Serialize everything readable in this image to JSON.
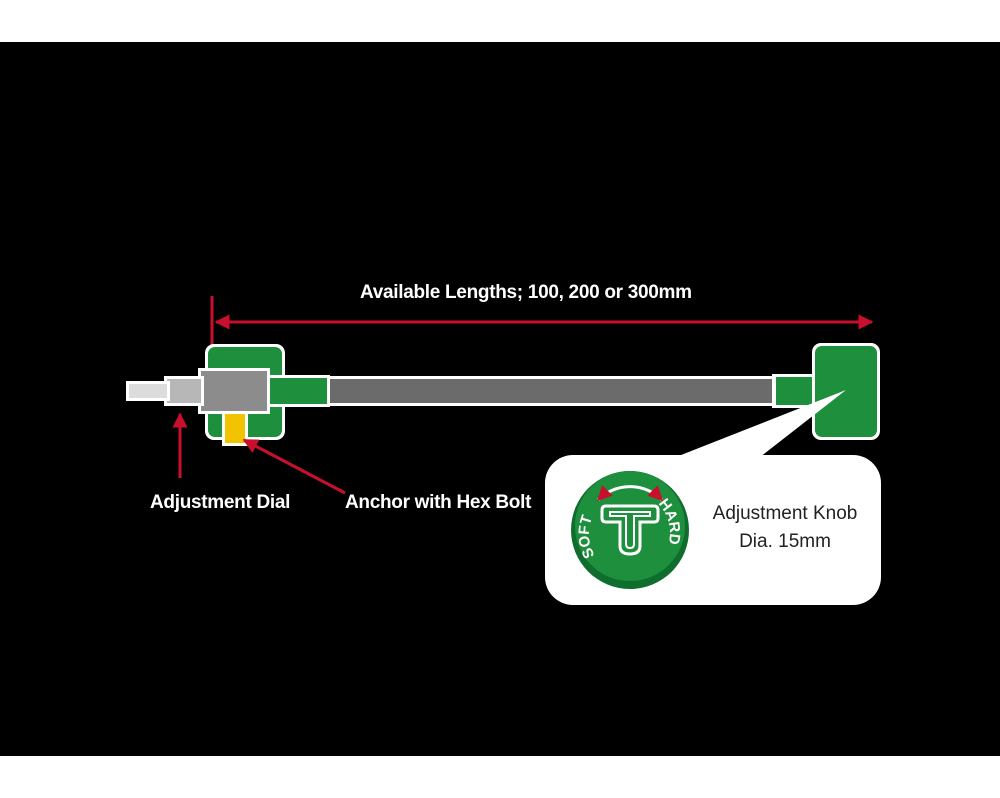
{
  "labels": {
    "lengths": "Available Lengths; 100, 200 or 300mm",
    "dial": "Adjustment Dial",
    "anchor": "Anchor with Hex Bolt",
    "knob_line1": "Adjustment Knob",
    "knob_line2": "Dia. 15mm",
    "soft": "SOFT",
    "hard": "HARD"
  },
  "colors": {
    "background": "#000000",
    "accent_red": "#c8102e",
    "body_green": "#1e8f3c",
    "anchor_yellow": "#f2c300"
  }
}
